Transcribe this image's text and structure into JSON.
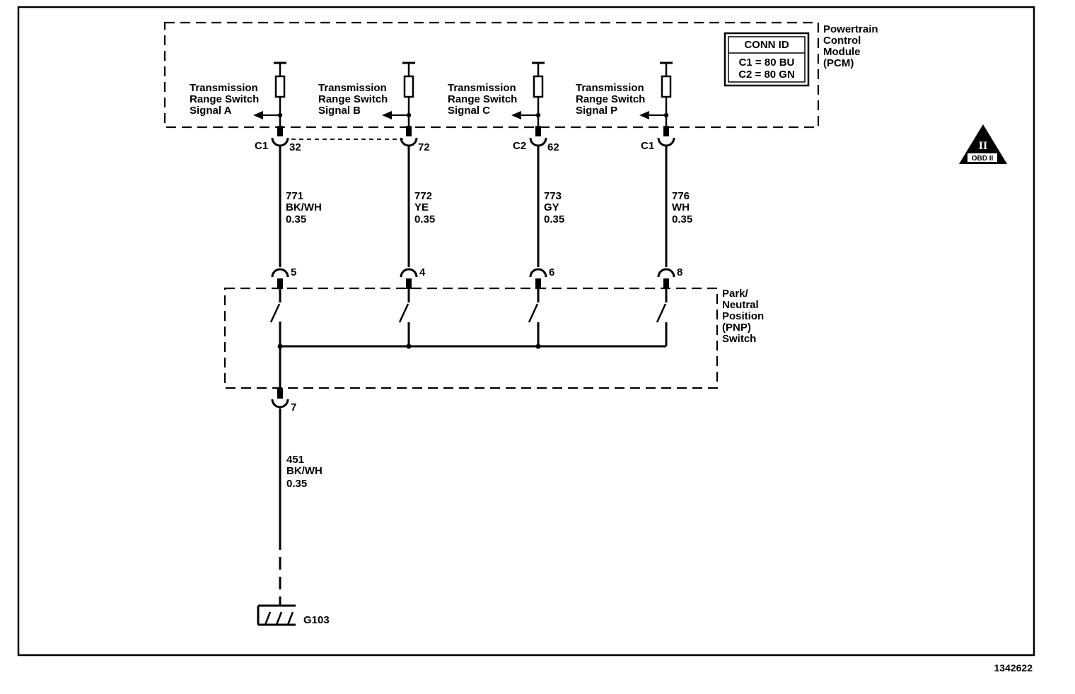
{
  "pcm": {
    "name_lines": [
      "Powertrain",
      "Control",
      "Module",
      "(PCM)"
    ],
    "conn_id": {
      "header": "CONN ID",
      "rows": [
        "C1 = 80 BU",
        "C2 = 80 GN"
      ]
    }
  },
  "signals": [
    {
      "lines": [
        "Transmission",
        "Range Switch",
        "Signal A"
      ],
      "pcm_connector": "C1",
      "pcm_pin": "32",
      "circuit": "771",
      "color": "BK/WH",
      "gauge": "0.35",
      "switch_pin": "5"
    },
    {
      "lines": [
        "Transmission",
        "Range Switch",
        "Signal B"
      ],
      "pcm_connector": "",
      "pcm_pin": "72",
      "circuit": "772",
      "color": "YE",
      "gauge": "0.35",
      "switch_pin": "4"
    },
    {
      "lines": [
        "Transmission",
        "Range Switch",
        "Signal C"
      ],
      "pcm_connector": "C2",
      "pcm_pin": "62",
      "circuit": "773",
      "color": "GY",
      "gauge": "0.35",
      "switch_pin": "6"
    },
    {
      "lines": [
        "Transmission",
        "Range Switch",
        "Signal P"
      ],
      "pcm_connector": "C1",
      "pcm_pin": "",
      "circuit": "776",
      "color": "WH",
      "gauge": "0.35",
      "switch_pin": "8"
    }
  ],
  "pnp_switch": {
    "name_lines": [
      "Park/",
      "Neutral",
      "Position",
      "(PNP)",
      "Switch"
    ],
    "ground_pin": "7"
  },
  "ground_wire": {
    "circuit": "451",
    "color": "BK/WH",
    "gauge": "0.35"
  },
  "ground": {
    "label": "G103"
  },
  "obd_badge": {
    "numeral": "II",
    "text": "OBD II"
  },
  "figure_number": "1342622"
}
